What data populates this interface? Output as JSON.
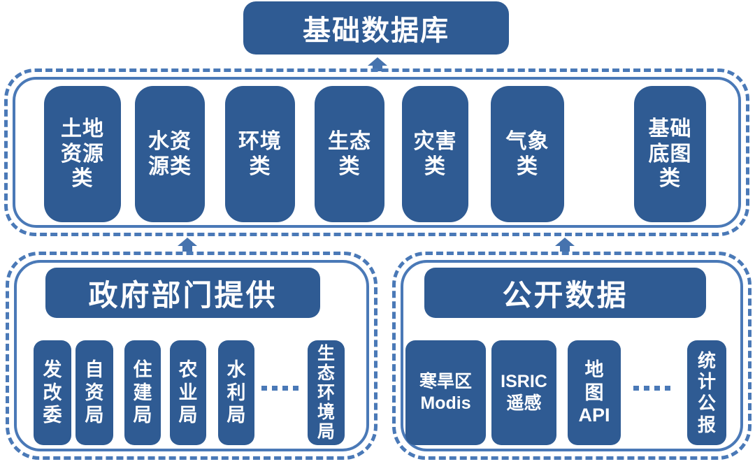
{
  "colors": {
    "box_fill": "#2f5b93",
    "outline": "#4a79b7",
    "arrow": "#4673ae",
    "text_color": "#ffffff",
    "bg": "#ffffff"
  },
  "top": {
    "title": "基础数据库"
  },
  "categories": {
    "items": [
      {
        "label": "土地\n资源\n类"
      },
      {
        "label": "水资\n源类"
      },
      {
        "label": "环境\n类"
      },
      {
        "label": "生态\n类"
      },
      {
        "label": "灾害\n类"
      },
      {
        "label": "气象\n类"
      },
      {
        "label": "基础\n底图\n类"
      }
    ]
  },
  "gov": {
    "title": "政府部门提供",
    "items": [
      {
        "label": "发\n改\n委"
      },
      {
        "label": "自\n资\n局"
      },
      {
        "label": "住\n建\n局"
      },
      {
        "label": "农\n业\n局"
      },
      {
        "label": "水\n利\n局"
      },
      {
        "label": "生\n态\n环\n境\n局"
      }
    ]
  },
  "open": {
    "title": "公开数据",
    "items": [
      {
        "label": "寒旱区\nModis"
      },
      {
        "label": "ISRIC\n遥感"
      },
      {
        "label": "地\n图\nAPI"
      },
      {
        "label": "统\n计\n公\n报"
      }
    ]
  },
  "icons": {
    "up_arrow": "block-arrow-up",
    "ellipsis": "dotted-line"
  }
}
